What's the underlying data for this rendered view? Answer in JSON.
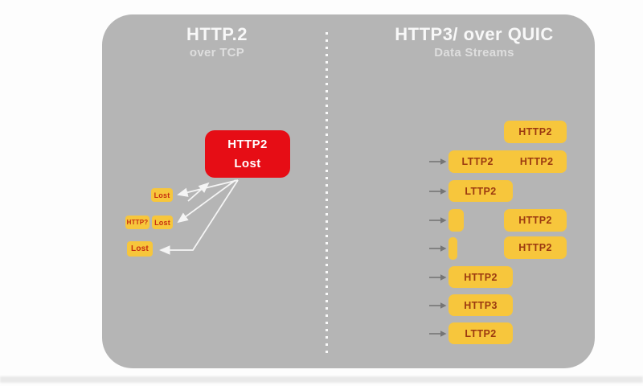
{
  "left_panel": {
    "title": "HTTP.2",
    "subtitle": "over TCP",
    "lost_block": {
      "line1": "HTTP2",
      "line2": "Lost"
    },
    "packets": [
      {
        "label": "Lost"
      },
      {
        "label": "HTTP?"
      },
      {
        "label": "Lost"
      },
      {
        "label": "Lost"
      }
    ]
  },
  "right_panel": {
    "title": "HTTP3/ over QUIC",
    "subtitle": "Data Streams",
    "rows": [
      {
        "boxes": [
          {
            "label": "HTTP2"
          }
        ]
      },
      {
        "boxes": [
          {
            "label": "LTTP2"
          },
          {
            "label": "HTTP2"
          }
        ]
      },
      {
        "boxes": [
          {
            "label": "LTTP2"
          }
        ]
      },
      {
        "boxes": [
          {
            "label": ""
          },
          {
            "label": "HTTP2"
          }
        ]
      },
      {
        "boxes": [
          {
            "label": ""
          },
          {
            "label": "HTTP2"
          }
        ]
      },
      {
        "boxes": [
          {
            "label": "HTTP2"
          }
        ]
      },
      {
        "boxes": [
          {
            "label": "HTTP3"
          }
        ]
      },
      {
        "boxes": [
          {
            "label": "LTTP2"
          }
        ]
      }
    ]
  },
  "colors": {
    "panel_gray": "#b5b5b5",
    "stream_yellow": "#f7c63c",
    "lost_red": "#e60d15",
    "yellow_box_text": "#9c3a10",
    "left_chip_text": "#c62f10",
    "arrow_gray": "#757575",
    "line_white": "#f5f5f5"
  }
}
